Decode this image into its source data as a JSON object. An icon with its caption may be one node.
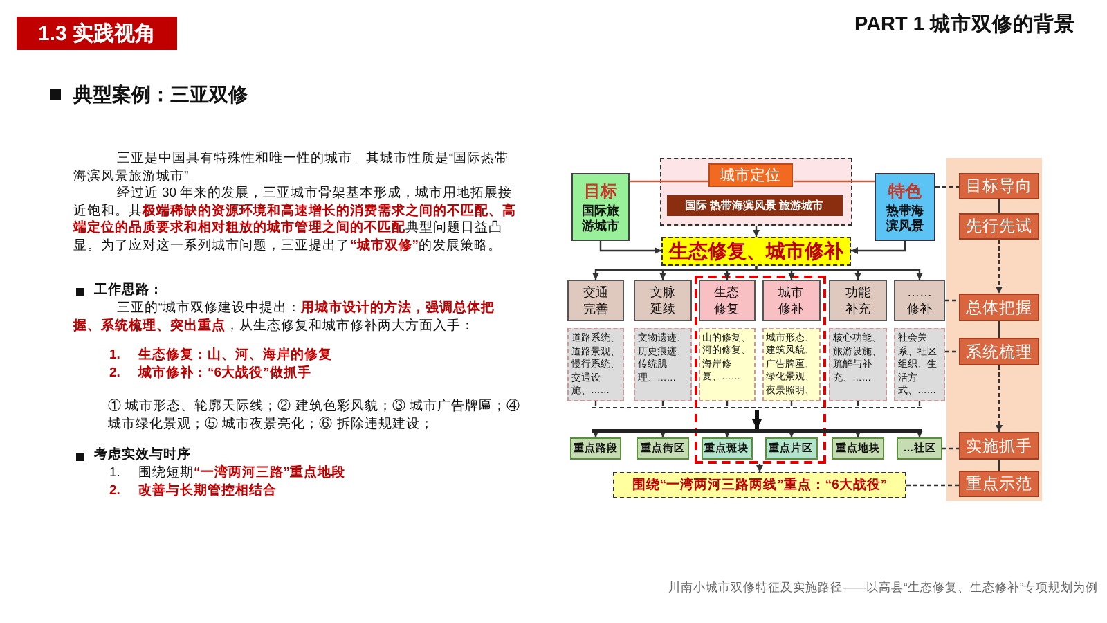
{
  "diagram": {
    "title": "PART 1 城市双修的背景",
    "nodes": [
      {
        "text": [
          "1.3 实践视角"
        ]
      },
      {
        "text": [],
        "shape": "box"
      },
      {
        "text": [
          "城市定位"
        ],
        "in": 1
      },
      {
        "text": [
          "国际 热带海滨风景 旅游城市"
        ],
        "in": 1
      },
      {
        "text": [
          "目标",
          "国际旅游城市"
        ]
      },
      {
        "text": [
          "特色",
          "热带海滨风景"
        ]
      },
      {
        "text": [
          "生态修复、城市修补"
        ]
      },
      {
        "text": [],
        "shape": "box"
      },
      {
        "text": [
          "交通完善"
        ]
      },
      {
        "text": [
          "文脉延续"
        ]
      },
      {
        "text": [
          "生态修复"
        ],
        "in": 7
      },
      {
        "text": [
          "城市修补"
        ],
        "in": 7
      },
      {
        "text": [
          "功能补充"
        ]
      },
      {
        "text": [
          "……修补"
        ]
      },
      {
        "text": [
          "道路系统、道路景观、慢行系统、交通设施、……"
        ]
      },
      {
        "text": [
          "文物遗迹、历史痕迹、传统肌理、……"
        ]
      },
      {
        "text": [
          "山的修复、河的修复、海岸修复、……"
        ],
        "in": 7
      },
      {
        "text": [
          "城市形态、建筑风貌、广告牌匾、绿化景观、夜景照明、"
        ],
        "in": 7
      },
      {
        "text": [
          "核心功能、旅游设施、疏解与补充、……"
        ]
      },
      {
        "text": [
          "社会关系、社区组织、生活方式、……"
        ]
      },
      {
        "text": [],
        "shape": "bar"
      },
      {
        "text": [],
        "shape": "bar"
      },
      {
        "text": [
          "重点路段"
        ]
      },
      {
        "text": [
          "重点街区"
        ]
      },
      {
        "text": [
          "重点斑块"
        ],
        "in": 7
      },
      {
        "text": [
          "重点片区"
        ],
        "in": 7
      },
      {
        "text": [
          "重点地块"
        ]
      },
      {
        "text": [
          "…社区"
        ]
      },
      {
        "text": [
          "围绕“一湾两河三路两线”重点：“6大战役”"
        ]
      },
      {
        "text": [],
        "shape": "box"
      },
      {
        "text": [
          "目标导向"
        ],
        "in": 29
      },
      {
        "text": [
          "先行先试"
        ],
        "in": 29
      },
      {
        "text": [
          "总体把握"
        ],
        "in": 29
      },
      {
        "text": [
          "系统梳理"
        ],
        "in": 29
      },
      {
        "text": [
          "实施抓手"
        ],
        "in": 29
      },
      {
        "text": [
          "重点示范"
        ],
        "in": 29
      }
    ],
    "edges": [
      {
        "from": 4,
        "to": 2,
        "arrow": "none",
        "color": "#c0603a"
      },
      {
        "from": 2,
        "to": 5,
        "arrow": "none",
        "color": "#c0603a"
      },
      {
        "from": 1,
        "to": 6,
        "arrow": "to"
      },
      {
        "from": 4,
        "to": 6,
        "arrow": "to"
      },
      {
        "from": 5,
        "to": 6,
        "arrow": "to"
      },
      {
        "from": 6,
        "to": 8,
        "arrow": "to"
      },
      {
        "from": 6,
        "to": 9,
        "arrow": "to"
      },
      {
        "from": 6,
        "to": 10,
        "arrow": "to"
      },
      {
        "from": 6,
        "to": 11,
        "arrow": "to"
      },
      {
        "from": 6,
        "to": 12,
        "arrow": "to"
      },
      {
        "from": 6,
        "to": 13,
        "arrow": "to"
      },
      {
        "from": 14,
        "to": 20,
        "arrow": "none",
        "style": "dashed"
      },
      {
        "from": 15,
        "to": 20,
        "arrow": "none",
        "style": "dashed"
      },
      {
        "from": 16,
        "to": 20,
        "arrow": "none",
        "style": "dashed"
      },
      {
        "from": 17,
        "to": 20,
        "arrow": "none",
        "style": "dashed"
      },
      {
        "from": 18,
        "to": 20,
        "arrow": "none",
        "style": "dashed"
      },
      {
        "from": 19,
        "to": 20,
        "arrow": "none",
        "style": "dashed"
      },
      {
        "from": 20,
        "to": 21,
        "arrow": "to",
        "style": "thick"
      },
      {
        "from": 21,
        "to": 22,
        "arrow": "to"
      },
      {
        "from": 21,
        "to": 23,
        "arrow": "to"
      },
      {
        "from": 21,
        "to": 24,
        "arrow": "to"
      },
      {
        "from": 21,
        "to": 25,
        "arrow": "to"
      },
      {
        "from": 21,
        "to": 26,
        "arrow": "to"
      },
      {
        "from": 21,
        "to": 27,
        "arrow": "to"
      },
      {
        "from": 7,
        "to": 28,
        "arrow": "to",
        "style": "dashed"
      },
      {
        "from": 5,
        "to": 30,
        "arrow": "none",
        "style": "dashed"
      },
      {
        "from": 30,
        "to": 31,
        "arrow": "none"
      },
      {
        "from": 31,
        "to": 32,
        "arrow": "to",
        "style": "dashed"
      },
      {
        "from": 13,
        "to": 32,
        "arrow": "none",
        "style": "dashed"
      },
      {
        "from": 32,
        "to": 33,
        "arrow": "none"
      },
      {
        "from": 19,
        "to": 33,
        "arrow": "none",
        "style": "dashed"
      },
      {
        "from": 33,
        "to": 34,
        "arrow": "to",
        "style": "dashed"
      },
      {
        "from": 27,
        "to": 34,
        "arrow": "none",
        "style": "dashed"
      },
      {
        "from": 34,
        "to": 35,
        "arrow": "none"
      },
      {
        "from": 28,
        "to": 35,
        "arrow": "none",
        "style": "dashed"
      }
    ],
    "labels": [
      "典型案例：三亚双修",
      "三亚是中国具有特殊性和唯一性的城市。其城市性质是“国际热带海滨风景旅游城市”。",
      "经过近 30 年来的发展，三亚城市骨架基本形成，城市用地拓展接近饱和。其**极端稀缺的资源环境和高速增长的消费需求之间的不匹配、高端定位的品质要求和相对粗放的城市管理之间的不匹配**典型问题日益凸显。为了应对这一系列城市问题，三亚提出了**“城市双修”**的发展策略。",
      "工作思路：",
      "三亚的“城市双修建设中提出：**用城市设计的方法，强调总体把握、系统梳理、突出重点**，从生态修复和城市修补两大方面入手：",
      "1.",
      "生态修复：山、河、海岸的修复",
      "2.",
      "城市修补：“6大战役”做抓手",
      "① 城市形态、轮廓天际线；② 建筑色彩风貌；③ 城市广告牌匾；④ 城市绿化景观；⑤ 城市夜景亮化；⑥ 拆除违规建设；",
      "考虑实效与时序",
      "1.",
      "围绕短期**“一湾两河三路”重点地段**",
      "2.",
      "改善与长期管控相结合",
      "川南小城市双修特征及实施路径——以高县“生态修复、生态修补”专项规划为例"
    ]
  }
}
